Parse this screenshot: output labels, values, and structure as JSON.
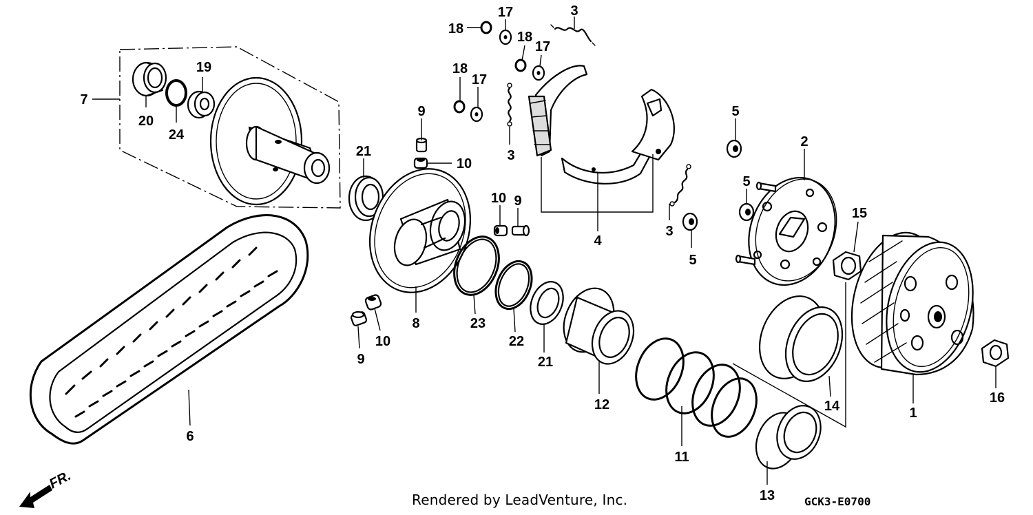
{
  "diagram": {
    "parts": [
      {
        "number": "1",
        "icon": "clutch-outer-icon"
      },
      {
        "number": "2",
        "icon": "drive-plate-icon"
      },
      {
        "number": "3",
        "icon": "shoe-spring-icon"
      },
      {
        "number": "4",
        "icon": "clutch-shoe-icon"
      },
      {
        "number": "5",
        "icon": "damper-rubber-icon"
      },
      {
        "number": "6",
        "icon": "drive-belt-icon"
      },
      {
        "number": "7",
        "icon": "movable-driven-face-icon"
      },
      {
        "number": "8",
        "icon": "driven-face-icon"
      },
      {
        "number": "9",
        "icon": "guide-pin-icon"
      },
      {
        "number": "10",
        "icon": "guide-roller-icon"
      },
      {
        "number": "11",
        "icon": "driven-face-spring-icon"
      },
      {
        "number": "12",
        "icon": "seal-collar-icon"
      },
      {
        "number": "13",
        "icon": "collar-icon"
      },
      {
        "number": "14",
        "icon": "spring-seat-icon"
      },
      {
        "number": "15",
        "icon": "flange-nut-icon"
      },
      {
        "number": "16",
        "icon": "cap-nut-icon"
      },
      {
        "number": "17",
        "icon": "washer-icon"
      },
      {
        "number": "18",
        "icon": "circlip-icon"
      },
      {
        "number": "19",
        "icon": "ball-bearing-icon"
      },
      {
        "number": "20",
        "icon": "needle-bearing-icon"
      },
      {
        "number": "21",
        "icon": "oil-seal-icon"
      },
      {
        "number": "22",
        "icon": "o-ring-icon"
      },
      {
        "number": "23",
        "icon": "o-ring-icon"
      },
      {
        "number": "24",
        "icon": "snap-ring-icon"
      }
    ],
    "front_label": "FR.",
    "credit": "Rendered by LeadVenture, Inc.",
    "code": "GCK3-E0700"
  }
}
